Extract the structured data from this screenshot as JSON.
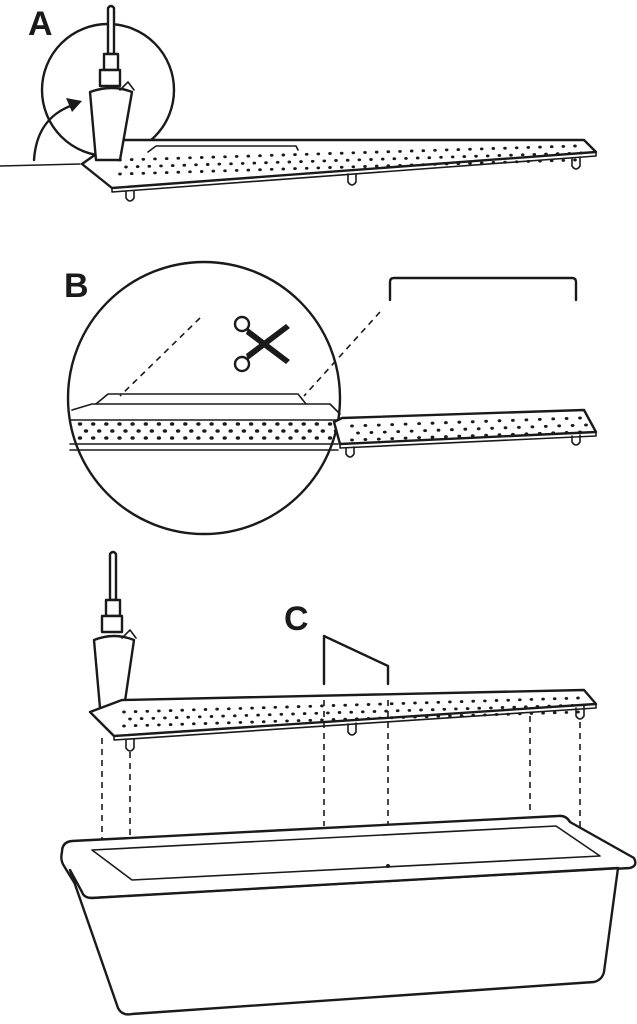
{
  "labels": {
    "step_a": "A",
    "step_b": "B",
    "step_c": "C"
  },
  "colors": {
    "ink": "#1a1a1a",
    "paper": "#ffffff"
  },
  "icons": [
    "scissors-icon",
    "curved-arrow-icon",
    "bracket-icon"
  ]
}
